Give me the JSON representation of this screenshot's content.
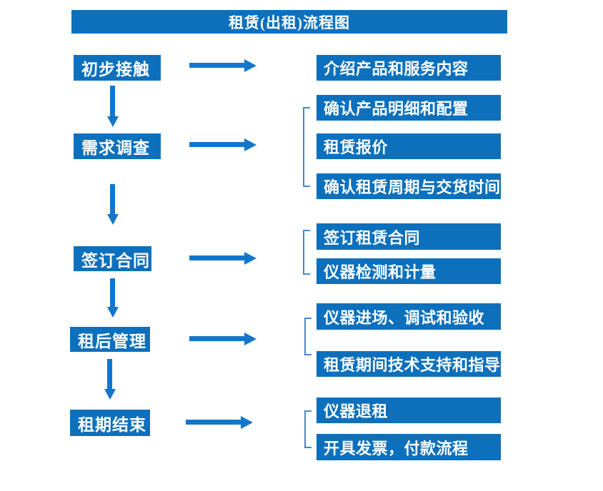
{
  "title": "租赁(出租)流程图",
  "colors": {
    "box_blue": "#0d70bc",
    "arrow_blue": "#1476ca",
    "bracket_blue": "#4488ce",
    "text_white": "#ffffff",
    "page_background": "#ffffff"
  },
  "left_steps": [
    {
      "label": "初步接触"
    },
    {
      "label": "需求调查"
    },
    {
      "label": "签订合同"
    },
    {
      "label": "租后管理"
    },
    {
      "label": "租期结束"
    }
  ],
  "right_details": [
    {
      "label": "介绍产品和服务内容"
    },
    {
      "label": "确认产品明细和配置"
    },
    {
      "label": "租赁报价"
    },
    {
      "label": "确认租赁周期与交货时间"
    },
    {
      "label": "签订租赁合同"
    },
    {
      "label": "仪器检测和计量"
    },
    {
      "label": "仪器进场、调试和验收"
    },
    {
      "label": "租赁期间技术支持和指导"
    },
    {
      "label": "仪器退租"
    },
    {
      "label": "开具发票，付款流程"
    }
  ]
}
